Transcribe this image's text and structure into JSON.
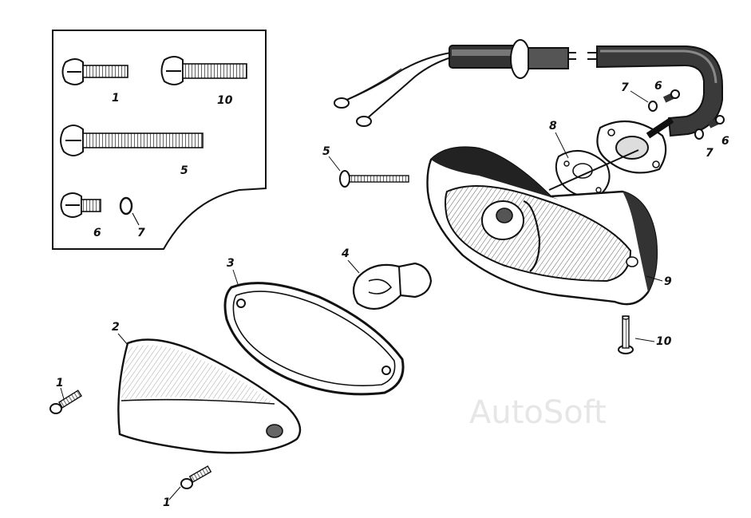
{
  "diagram": {
    "watermark": "AutoSoft",
    "callouts": {
      "screw_long_1": "1",
      "lens": "2",
      "gasket": "3",
      "bulb": "4",
      "screw_5": "5",
      "screw_5_inset": "5",
      "screw_6_top": "6",
      "screw_6_right": "6",
      "screw_6_inset": "6",
      "washer_7_top": "7",
      "washer_7_right": "7",
      "washer_7_inset": "7",
      "flange_gasket": "8",
      "housing": "9",
      "screw_10": "10",
      "screw_10_inset": "10",
      "screw_1_bottom": "1",
      "screw_1_inset": "1"
    }
  }
}
